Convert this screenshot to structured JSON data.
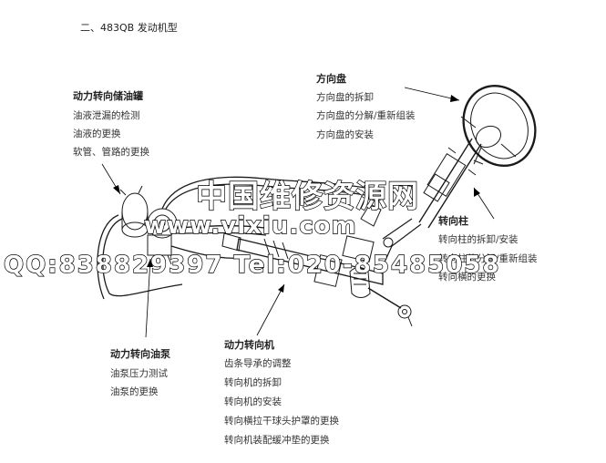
{
  "heading": "二、483QB 发动机型",
  "groups": {
    "reservoir": {
      "title": "动力转向储油罐",
      "items": [
        "油液泄漏的检测",
        "油液的更换",
        "软管、管路的更换"
      ]
    },
    "steering_wheel": {
      "title": "方向盘",
      "items": [
        "方向盘的拆卸",
        "方向盘的分解/重新组装",
        "方向盘的安装"
      ]
    },
    "column": {
      "title": "转向柱",
      "items": [
        "转向柱的拆卸/安装",
        "转向柱的分解/重新组装",
        "转向横的更换"
      ]
    },
    "pump": {
      "title": "动力转向油泵",
      "items": [
        "油泵压力测试",
        "油泵的更换"
      ]
    },
    "gear": {
      "title": "动力转向机",
      "items": [
        "齿条导承的调整",
        "转向机的拆卸",
        "转向机的安装",
        "转向横拉干球头护罩的更换",
        "转向机装配缓冲垫的更换"
      ]
    }
  },
  "watermark": {
    "line1": "中国维修资源网",
    "line2": "www.vixiu.com",
    "line3": "QQ:838829397 Tel:020-85485058"
  },
  "colors": {
    "line": "#1a1a1a",
    "text": "#222222",
    "background": "#ffffff"
  }
}
